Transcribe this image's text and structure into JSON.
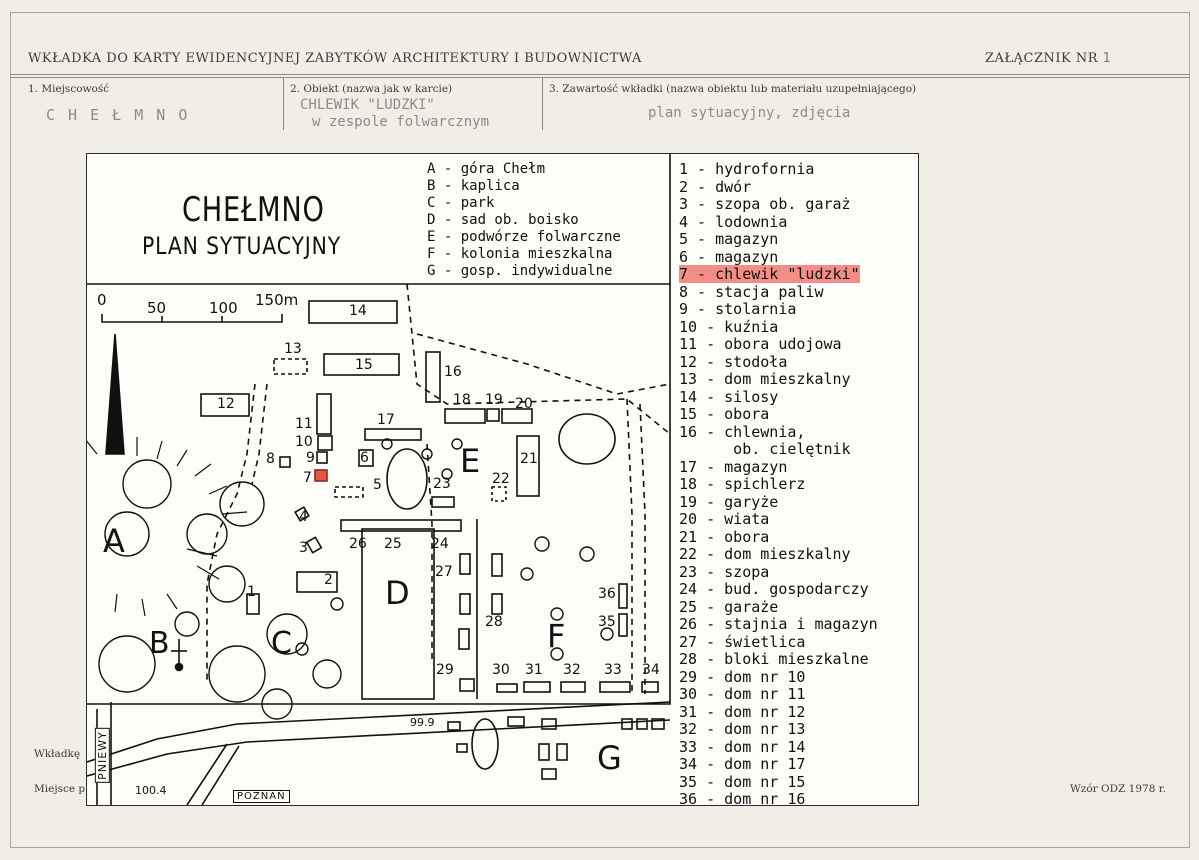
{
  "header": {
    "title": "WKŁADKA DO KARTY EWIDENCYJNEJ ZABYTKÓW ARCHITEKTURY I BUDOWNICTWA",
    "attachment_label": "ZAŁĄCZNIK NR",
    "attachment_number": "1"
  },
  "fields": {
    "f1_label": "1. Miejscowość",
    "f1_value": "C H E Ł M N O",
    "f2_label": "2. Obiekt (nazwa jak w karcie)",
    "f2_value_line1": "CHLEWIK \"LUDZKI\"",
    "f2_value_line2": "w zespole folwarcznym",
    "f3_label": "3. Zawartość wkładki (nazwa obiektu lub materiału uzupełniającego)",
    "f3_value": "plan sytuacyjny, zdjęcia"
  },
  "footer": {
    "wkladke": "Wkładkę",
    "miejsce": "Miejsce p",
    "wzor": "Wzór ODZ 1978 r."
  },
  "plan": {
    "title": "CHEŁMNO",
    "subtitle": "PLAN SYTUACYJNY",
    "scale": [
      "0",
      "50",
      "100",
      "150m"
    ],
    "roads": [
      "PNIEWY",
      "POZNAŃ"
    ],
    "elevations": [
      "99.9",
      "100.4"
    ],
    "area_legend": [
      "A - góra Chełm",
      "B - kaplica",
      "C - park",
      "D - sad ob. boisko",
      "E - podwórze folwarczne",
      "F - kolonia mieszkalna",
      "G - gosp. indywidualne"
    ],
    "building_legend": [
      "1 - hydrofornia",
      "2 - dwór",
      "3 - szopa ob. garaż",
      "4 - lodownia",
      "5 - magazyn",
      "6 - magazyn",
      "7 - chlewik \"ludzki\"",
      "8 - stacja paliw",
      "9 - stolarnia",
      "10 - kuźnia",
      "11 - obora udojowa",
      "12 - stodoła",
      "13 - dom mieszkalny",
      "14 - silosy",
      "15 - obora",
      "16 - chlewnia,",
      "      ob. cielętnik",
      "17 - magazyn",
      "18 - spichlerz",
      "19 - garyże",
      "20 - wiata",
      "21 - obora",
      "22 - dom mieszkalny",
      "23 - szopa",
      "24 - bud. gospodarczy",
      "25 - garaże",
      "26 - stajnia i magazyn",
      "27 - świetlica",
      "28 - bloki mieszkalne",
      "29 - dom nr 10",
      "30 - dom nr 11",
      "31 - dom nr 12",
      "32 - dom nr 13",
      "33 - dom nr 14",
      "34 - dom nr 17",
      "35 - dom nr 15",
      "36 - dom nr 16"
    ],
    "map_labels": {
      "A": "A",
      "B": "B",
      "C": "C",
      "D": "D",
      "E": "E",
      "F": "F",
      "G": "G",
      "n1": "1",
      "n2": "2",
      "n3": "3",
      "n4": "4",
      "n5": "5",
      "n6": "6",
      "n7": "7",
      "n8": "8",
      "n9": "9",
      "n10": "10",
      "n11": "11",
      "n12": "12",
      "n13": "13",
      "n14": "14",
      "n15": "15",
      "n16": "16",
      "n17": "17",
      "n18": "18",
      "n19": "19",
      "n20": "20",
      "n21": "21",
      "n22": "22",
      "n23": "23",
      "n24": "24",
      "n25": "25",
      "n26": "26",
      "n27": "27",
      "n28": "28",
      "n29": "29",
      "n30": "30",
      "n31": "31",
      "n32": "32",
      "n33": "33",
      "n34": "34",
      "n35": "35",
      "n36": "36"
    },
    "highlight_color": "#f28e86"
  }
}
